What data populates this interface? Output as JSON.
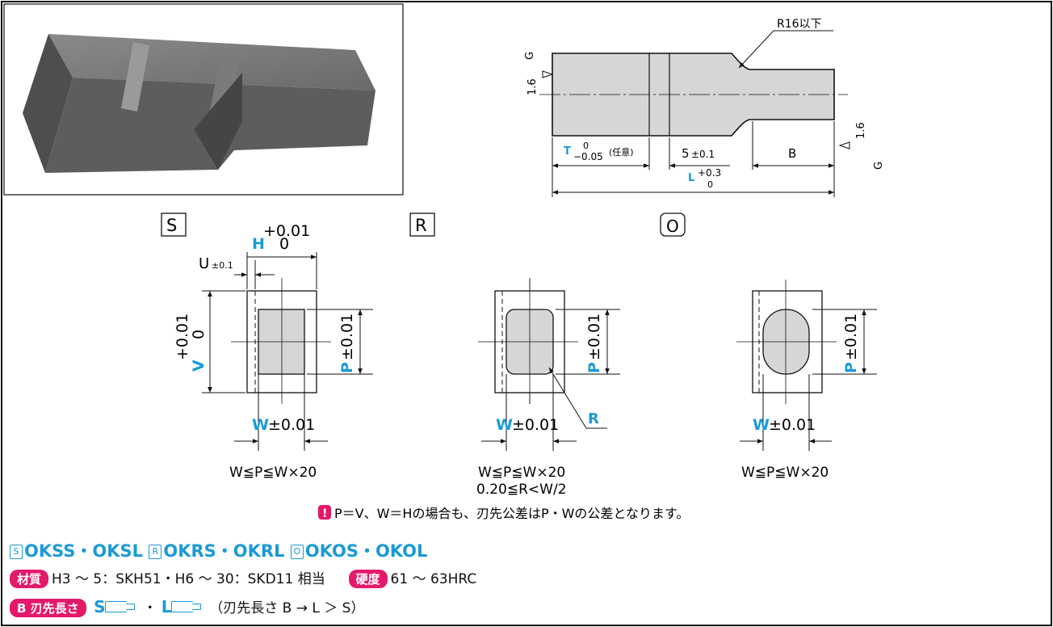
{
  "diagram": {
    "radius_note": "R16以下",
    "roughness_left": "1.6",
    "roughness_left_mark": "G",
    "roughness_right": "1.6",
    "roughness_right_mark": "G",
    "dim_t": "T",
    "dim_t_upper": "0",
    "dim_t_lower": "−0.05",
    "dim_t_note": "(任意)",
    "dim_5": "5",
    "dim_5_tol": "±0.1",
    "dim_b": "B",
    "dim_l": "L",
    "dim_l_upper": "+0.3",
    "dim_l_lower": "0",
    "shape_s": "S",
    "shape_r": "R",
    "shape_o": "O",
    "h_label": "H",
    "h_tol_upper": "+0.01",
    "h_tol_lower": "0",
    "u_label": "U",
    "u_tol": "±0.1",
    "v_label": "V",
    "v_tol_upper": "+0.01",
    "v_tol_lower": "0",
    "p_label": "P",
    "p_tol": "±0.01",
    "w_label": "W",
    "w_tol": "±0.01",
    "r_label": "R",
    "cond_s": "W≦P≦W×20",
    "cond_r1": "W≦P≦W×20",
    "cond_r2": "0.20≦R<W/2",
    "cond_o": "W≦P≦W×20",
    "note_icon": "!",
    "note": "P＝V、W＝Hの場合も、刃先公差はP・Wの公差となります。"
  },
  "footer": {
    "mark_s": "S",
    "codes_s": "OKSS・OKSL",
    "mark_r": "R",
    "codes_r": "OKRS・OKRL",
    "mark_o": "O",
    "codes_o": "OKOS・OKOL",
    "material_badge": "材質",
    "material_text": "H3 〜 5：SKH51・H6 〜 30：SKD11 相当",
    "hardness_badge": "硬度",
    "hardness_text": "61 〜 63HRC",
    "blade_badge": "B 刃先長さ",
    "blade_s": "S",
    "blade_sep": "・",
    "blade_l": "L",
    "blade_note": "（刃先長さ B → L ＞ S）"
  },
  "colors": {
    "accent_blue": "#1b9ad6",
    "badge_pink": "#e5196b",
    "part_fill": "#d6d6d6"
  }
}
